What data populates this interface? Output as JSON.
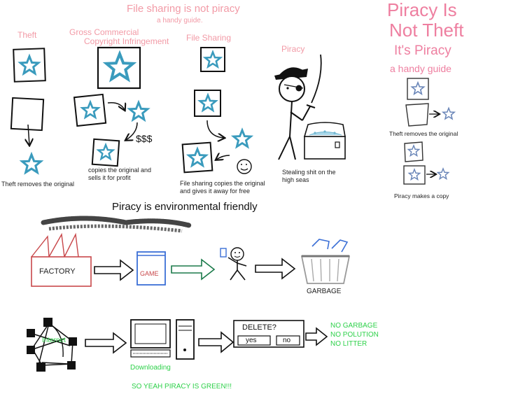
{
  "top": {
    "title": "File sharing is not piracy",
    "subtitle": "a handy guide.",
    "columns": {
      "theft": {
        "label": "Theft",
        "caption": "Theft removes the original"
      },
      "commercial": {
        "label_line1": "Gross Commercial",
        "label_line2": "Copyright Infringement",
        "money": "$$$",
        "caption_line1": "copies the original and",
        "caption_line2": "sells it for profit"
      },
      "sharing": {
        "label": "File Sharing",
        "caption_line1": "File sharing copies the original",
        "caption_line2": "and gives it away for free"
      },
      "piracy": {
        "label": "Piracy",
        "caption_line1": "Stealing shit on the",
        "caption_line2": "high seas"
      }
    }
  },
  "right_guide": {
    "line1": "Piracy Is",
    "line2": "Not Theft",
    "line3": "It's Piracy",
    "line4": "a handy guide",
    "caption_theft": "Theft removes the original",
    "caption_piracy": "Piracy makes a copy"
  },
  "middle": {
    "title": "Piracy is environmental friendly"
  },
  "row1": {
    "factory": "FACTORY",
    "game": "GAME",
    "garbage": "GARBAGE"
  },
  "row2": {
    "internet": "Internet",
    "downloading": "Downloading",
    "dialog_title": "DELETE?",
    "yes": "yes",
    "no": "no",
    "result1": "NO GARBAGE",
    "result2": "NO POLUTION",
    "result3": "NO LITTER"
  },
  "footer": {
    "text": "SO YEAH PIRACY IS GREEN!!!"
  },
  "colors": {
    "star": "#3a9bbd",
    "pink": "#f29aa6",
    "green": "#2ed14a",
    "factory": "#c8474a",
    "game": "#3b6fd6"
  }
}
